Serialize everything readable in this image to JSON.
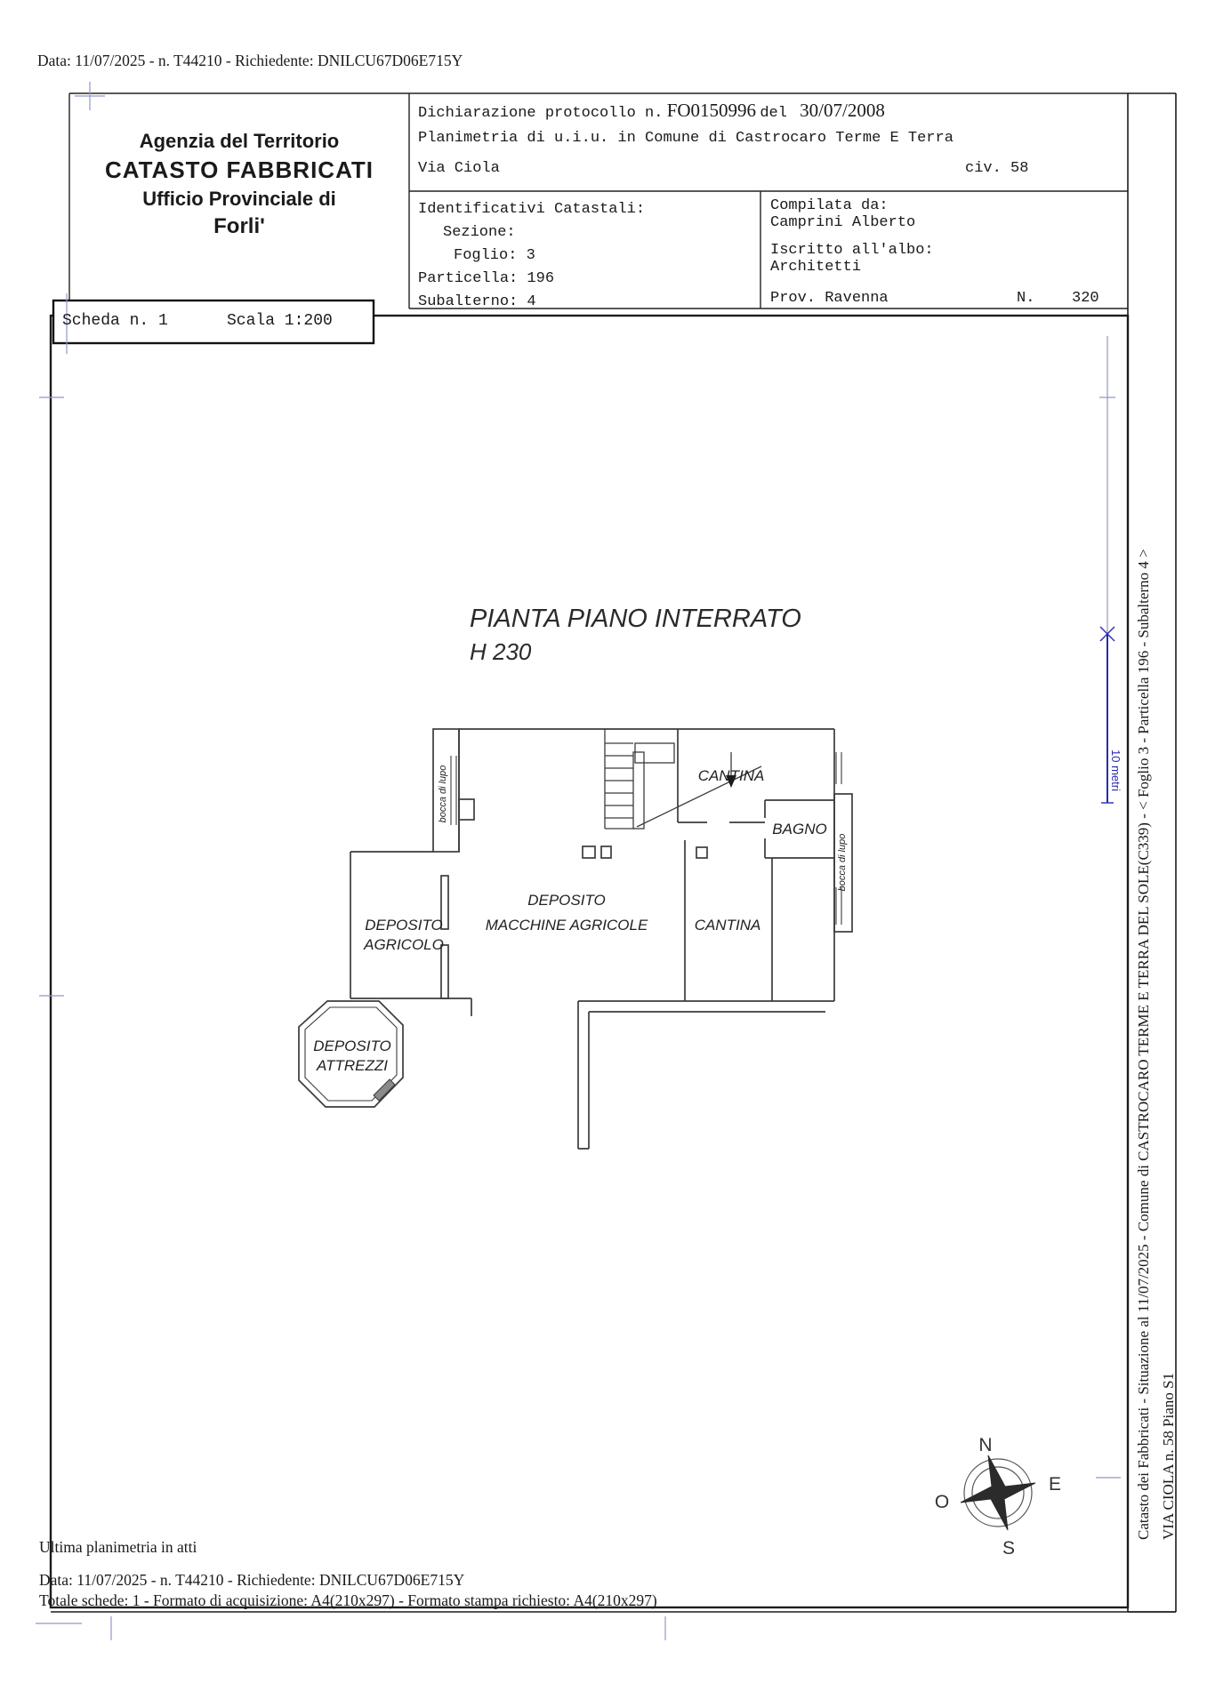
{
  "page": {
    "top_line": "Data: 11/07/2025 - n. T44210 - Richiedente: DNILCU67D06E715Y",
    "bottom": {
      "line1": "Ultima planimetria in atti",
      "line2": "Data: 11/07/2025 - n. T44210 - Richiedente: DNILCU67D06E715Y",
      "line3": "Totale schede: 1 - Formato di acquisizione: A4(210x297)  - Formato stampa richiesto: A4(210x297)"
    }
  },
  "header": {
    "agency": {
      "line1": "Agenzia del Territorio",
      "line2": "CATASTO FABBRICATI",
      "line3": "Ufficio Provinciale di",
      "line4": "Forli'"
    },
    "declaration": {
      "label": "Dichiarazione protocollo n.",
      "protocol": "FO0150996",
      "del_label": "del",
      "date": "30/07/2008",
      "planimetria": "Planimetria di u.i.u. in Comune di Castrocaro Terme E Terra",
      "street": "Via Ciola",
      "civ": "civ. 58"
    },
    "identificativi": {
      "title": "Identificativi Catastali:",
      "sezione": "Sezione:",
      "foglio": "Foglio: 3",
      "particella": "Particella: 196",
      "subalterno": "Subalterno: 4"
    },
    "compilata": {
      "label": "Compilata da:",
      "name": "Camprini Alberto",
      "albo_label": "Iscritto all'albo:",
      "albo": "Architetti",
      "prov": "Prov. Ravenna",
      "n_label": "N.",
      "n_value": "320"
    },
    "scheda": {
      "scheda": "Scheda n. 1",
      "scala": "Scala 1:200"
    }
  },
  "plan": {
    "title": "PIANTA PIANO INTERRATO",
    "height_label": "H 230",
    "labels": {
      "cantina_top": "CANTINA",
      "bagno": "BAGNO",
      "deposito_line1": "DEPOSITO",
      "deposito_line2": "MACCHINE AGRICOLE",
      "agricolo_line1": "DEPOSITO",
      "agricolo_line2": "AGRICOLO",
      "cantina_right": "CANTINA",
      "attrezzi_line1": "DEPOSITO",
      "attrezzi_line2": "ATTREZZI",
      "bocca_left": "bocca di lupo",
      "bocca_right": "bocca di lupo"
    },
    "scale_bar": {
      "label": "10 metri"
    },
    "compass": {
      "n": "N",
      "e": "E",
      "s": "S",
      "o": "O"
    }
  },
  "sidebar": {
    "line1": "Catasto dei Fabbricati - Situazione al 11/07/2025 - Comune di CASTROCARO TERME E TERRA DEL SOLE(C339) - < Foglio 3 - Particella  196 - Subalterno 4 >",
    "line2": "VIA CIOLA n. 58 Piano S1"
  },
  "colors": {
    "wall": "#3c3c3c",
    "frame": "#1c1c1c",
    "mark_blue": "#9297c9",
    "scale_blue": "#2a2ab0"
  }
}
